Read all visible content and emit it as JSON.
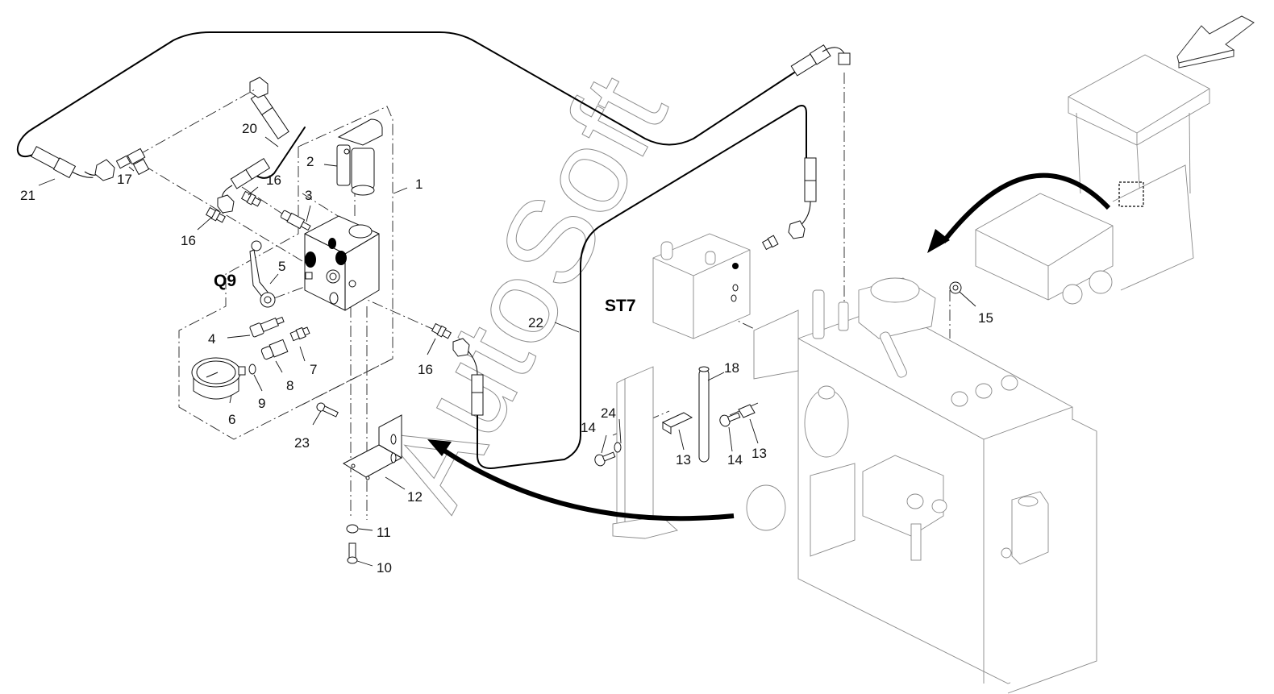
{
  "diagram": {
    "title": "Hydraulic hand pump / pressure gauge assembly — exploded parts view",
    "group_labels": [
      {
        "id": "Q9",
        "text": "Q9"
      },
      {
        "id": "ST7",
        "text": "ST7"
      }
    ],
    "callouts": [
      {
        "id": "c1",
        "text": "1"
      },
      {
        "id": "c2",
        "text": "2"
      },
      {
        "id": "c3",
        "text": "3"
      },
      {
        "id": "c4",
        "text": "4"
      },
      {
        "id": "c5",
        "text": "5"
      },
      {
        "id": "c6",
        "text": "6"
      },
      {
        "id": "c7",
        "text": "7"
      },
      {
        "id": "c8",
        "text": "8"
      },
      {
        "id": "c9",
        "text": "9"
      },
      {
        "id": "c10",
        "text": "10"
      },
      {
        "id": "c11",
        "text": "11"
      },
      {
        "id": "c12",
        "text": "12"
      },
      {
        "id": "c13a",
        "text": "13"
      },
      {
        "id": "c13b",
        "text": "13"
      },
      {
        "id": "c14a",
        "text": "14"
      },
      {
        "id": "c14b",
        "text": "14"
      },
      {
        "id": "c15",
        "text": "15"
      },
      {
        "id": "c16a",
        "text": "16"
      },
      {
        "id": "c16b",
        "text": "16"
      },
      {
        "id": "c16c",
        "text": "16"
      },
      {
        "id": "c17",
        "text": "17"
      },
      {
        "id": "c18",
        "text": "18"
      },
      {
        "id": "c20",
        "text": "20"
      },
      {
        "id": "c21",
        "text": "21"
      },
      {
        "id": "c22",
        "text": "22"
      },
      {
        "id": "c23",
        "text": "23"
      },
      {
        "id": "c24",
        "text": "24"
      }
    ],
    "watermark": "AutoSoft",
    "colors": {
      "line": "#111111",
      "faint": "#9a9a9a",
      "background": "#ffffff"
    }
  }
}
